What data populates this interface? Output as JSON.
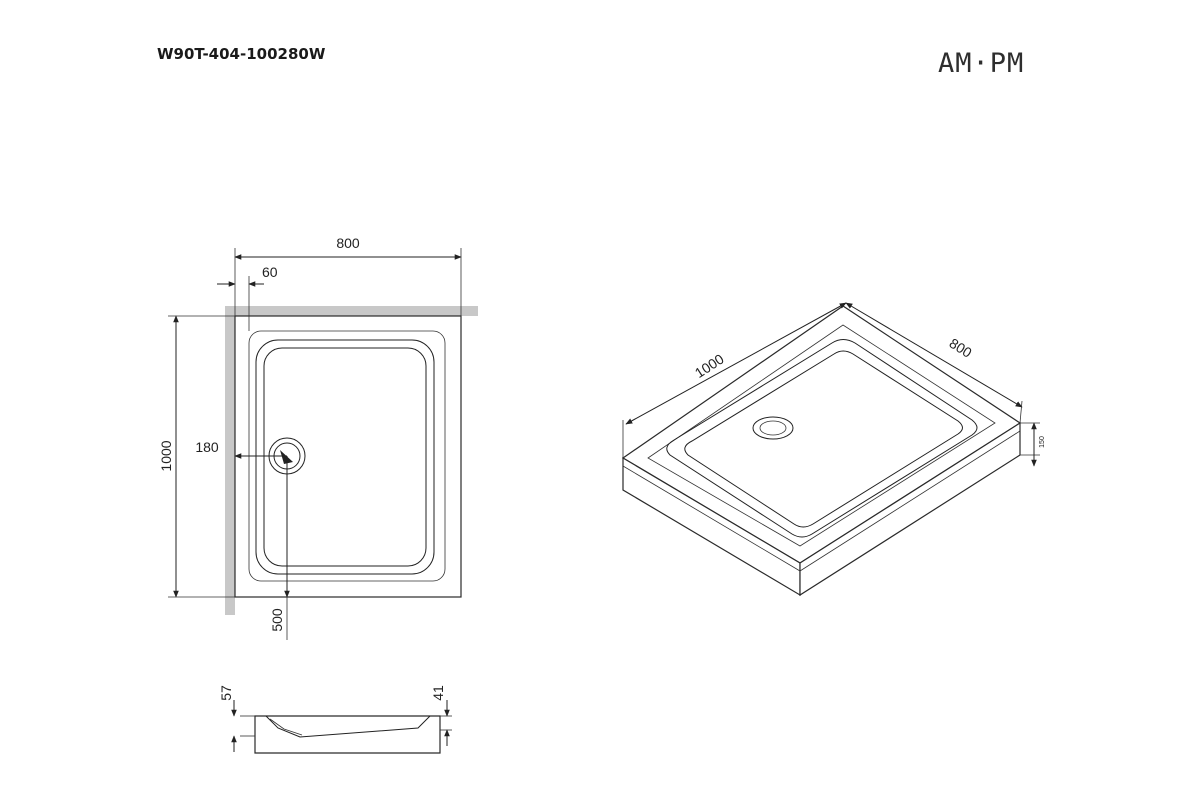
{
  "header": {
    "model_code": "W90T-404-100280W",
    "brand_logo": "AM·PM"
  },
  "plan_view": {
    "width_label": "800",
    "edge_offset_label": "60",
    "length_label": "1000",
    "drain_x_label": "180",
    "drain_y_label": "500"
  },
  "side_view": {
    "depth_left_label": "57",
    "depth_right_label": "41"
  },
  "iso_view": {
    "length_label": "1000",
    "width_label": "800",
    "height_label": "150"
  }
}
